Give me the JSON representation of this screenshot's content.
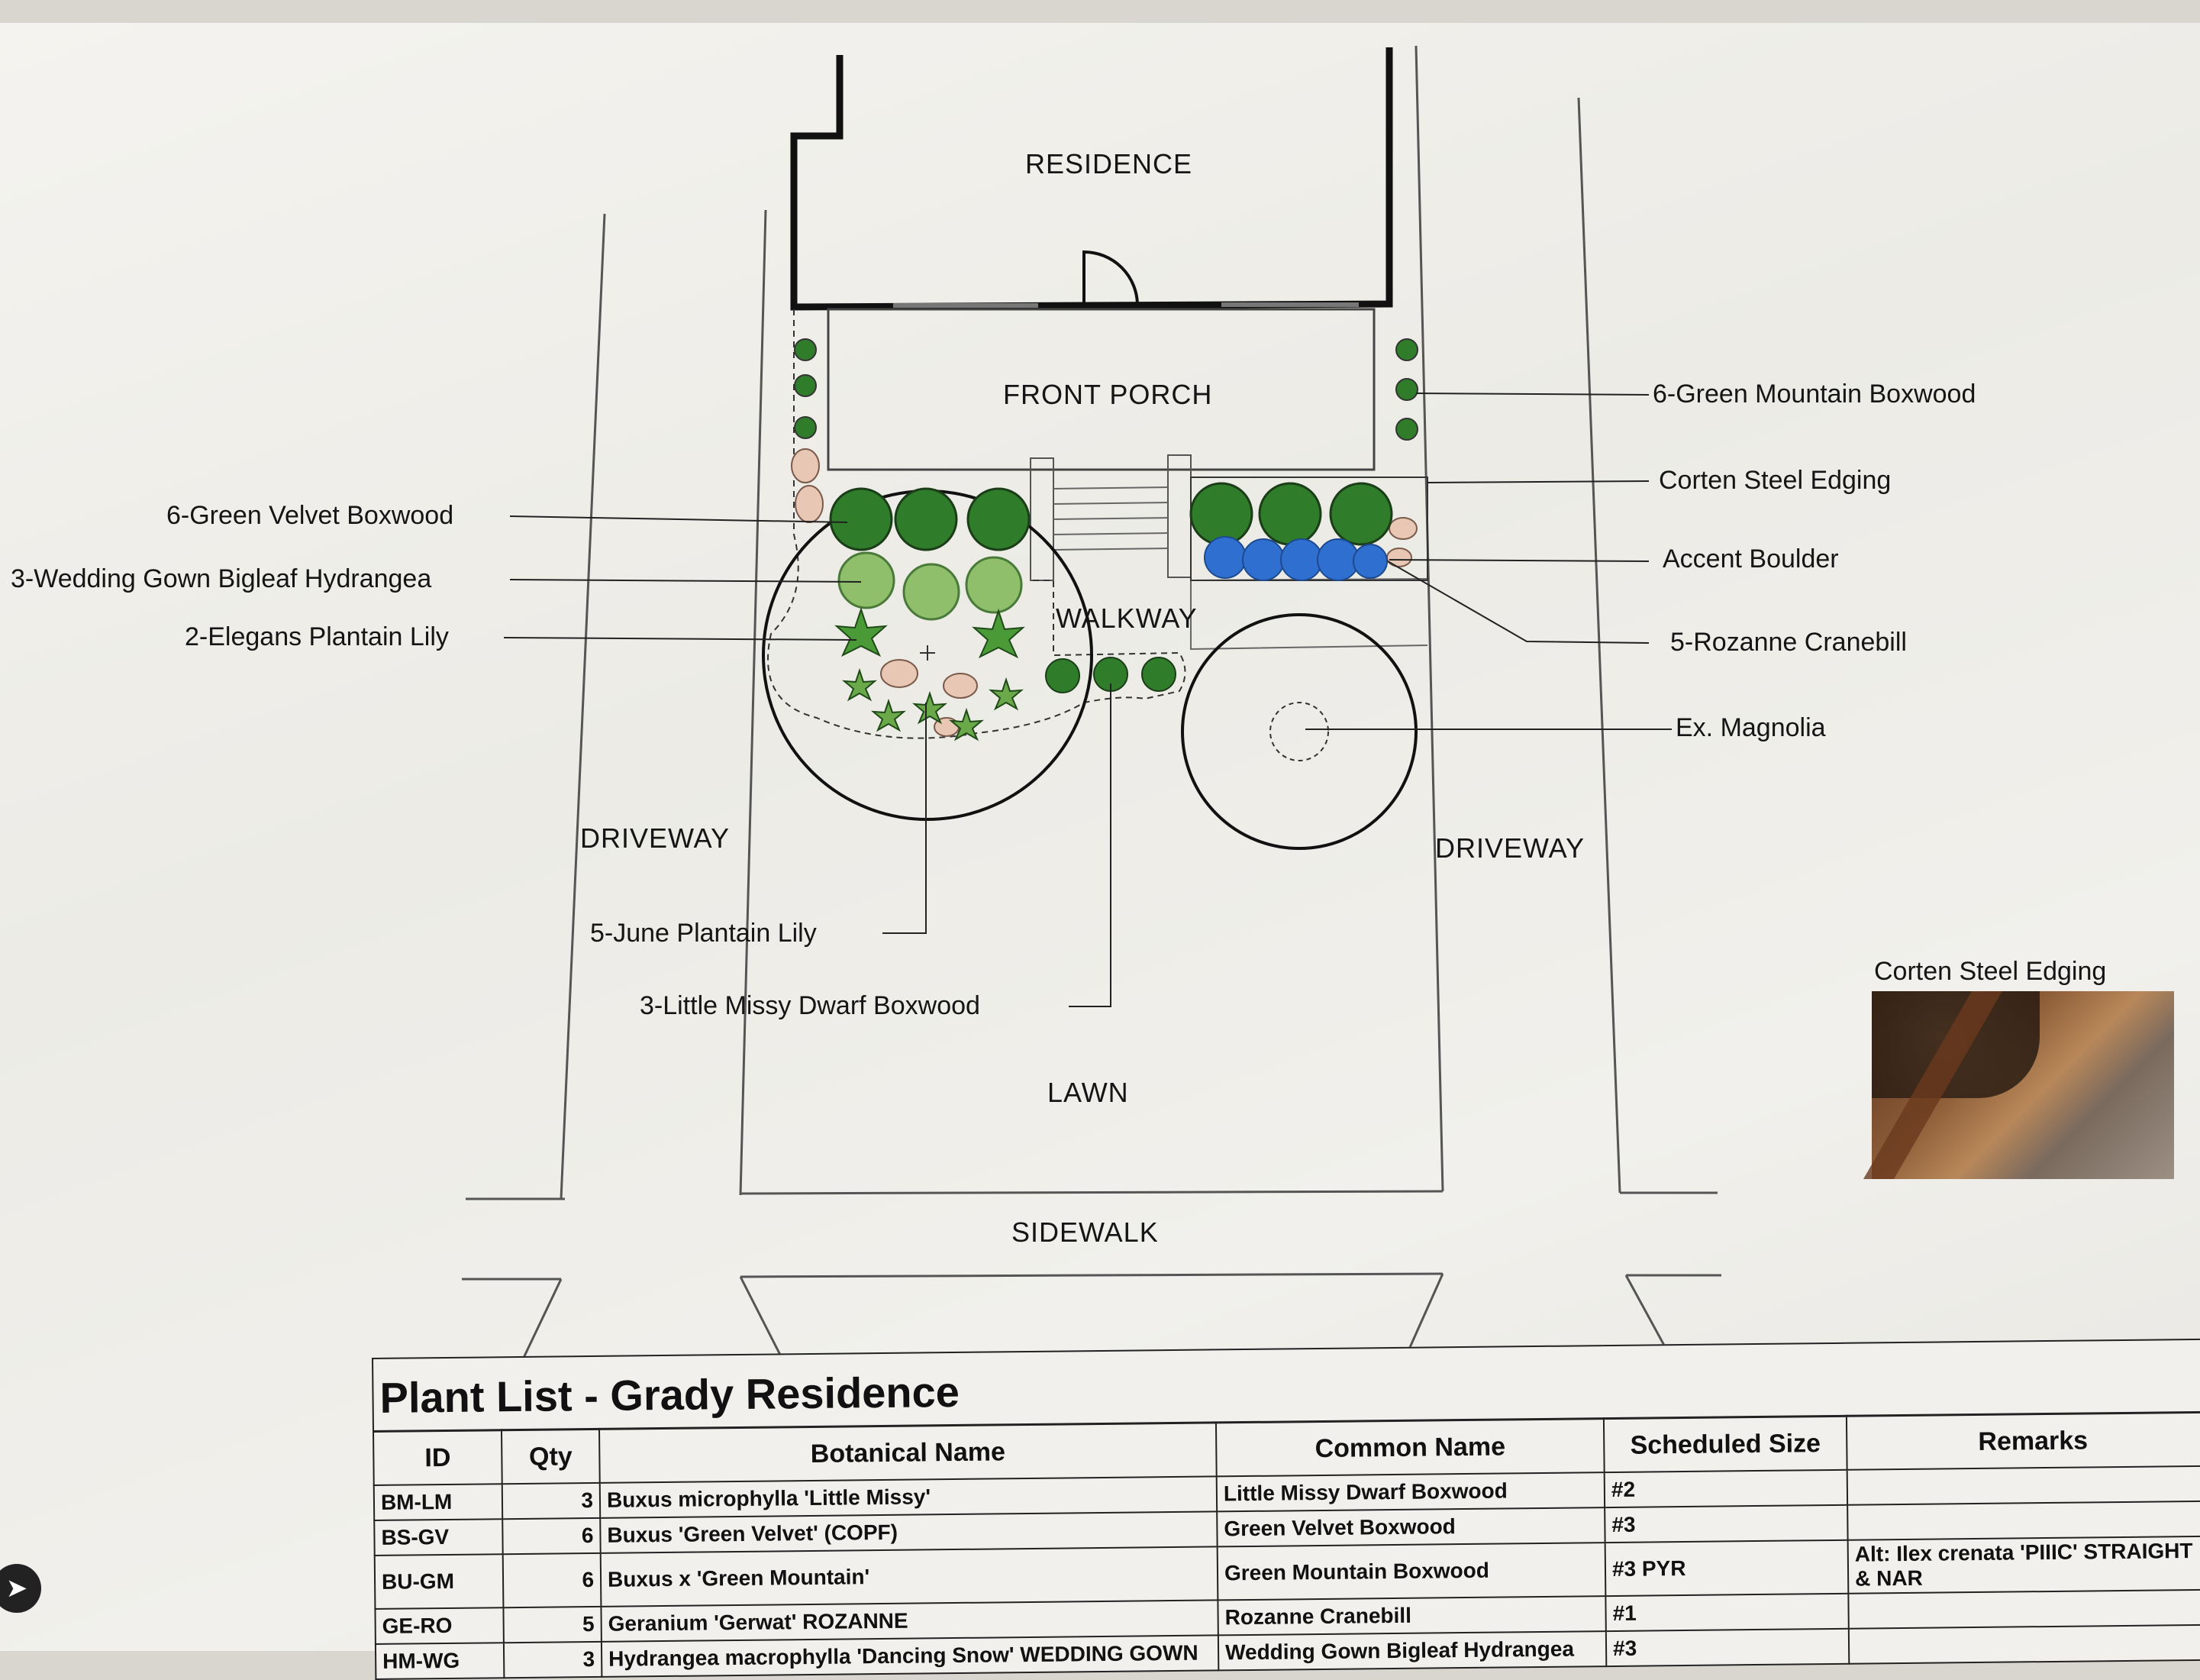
{
  "areas": {
    "residence": "RESIDENCE",
    "front_porch": "FRONT PORCH",
    "walkway": "WALKWAY",
    "driveway_left": "DRIVEWAY",
    "driveway_right": "DRIVEWAY",
    "lawn": "LAWN",
    "sidewalk": "SIDEWALK"
  },
  "callouts_left": [
    "6-Green Velvet Boxwood",
    "3-Wedding Gown Bigleaf Hydrangea",
    "2-Elegans Plantain Lily",
    "5-June Plantain Lily",
    "3-Little Missy Dwarf Boxwood"
  ],
  "callouts_right": [
    "6-Green Mountain Boxwood",
    "Corten Steel Edging",
    "Accent Boulder",
    "5-Rozanne Cranebill",
    "Ex. Magnolia"
  ],
  "photo_caption": "Corten Steel Edging",
  "plant_list": {
    "title": "Plant List - Grady Residence",
    "headers": [
      "ID",
      "Qty",
      "Botanical Name",
      "Common Name",
      "Scheduled Size",
      "Remarks"
    ],
    "rows": [
      [
        "BM-LM",
        "3",
        "Buxus microphylla 'Little Missy'",
        "Little Missy Dwarf Boxwood",
        "#2",
        ""
      ],
      [
        "BS-GV",
        "6",
        "Buxus 'Green Velvet' (COPF)",
        "Green Velvet Boxwood",
        "#3",
        ""
      ],
      [
        "BU-GM",
        "6",
        "Buxus x 'Green Mountain'",
        "Green Mountain Boxwood",
        "#3 PYR",
        "Alt: Ilex crenata 'PIIIC' STRAIGHT & NAR"
      ],
      [
        "GE-RO",
        "5",
        "Geranium 'Gerwat' ROZANNE",
        "Rozanne Cranebill",
        "#1",
        ""
      ],
      [
        "HM-WG",
        "3",
        "Hydrangea macrophylla 'Dancing Snow' WEDDING GOWN",
        "Wedding Gown Bigleaf Hydrangea",
        "#3",
        ""
      ]
    ]
  },
  "colors": {
    "boxwood": "#2f7d2a",
    "hydrangea": "#8fbf6a",
    "cranesbill": "#2f6fcf",
    "boulder": "#e8c8b4"
  }
}
